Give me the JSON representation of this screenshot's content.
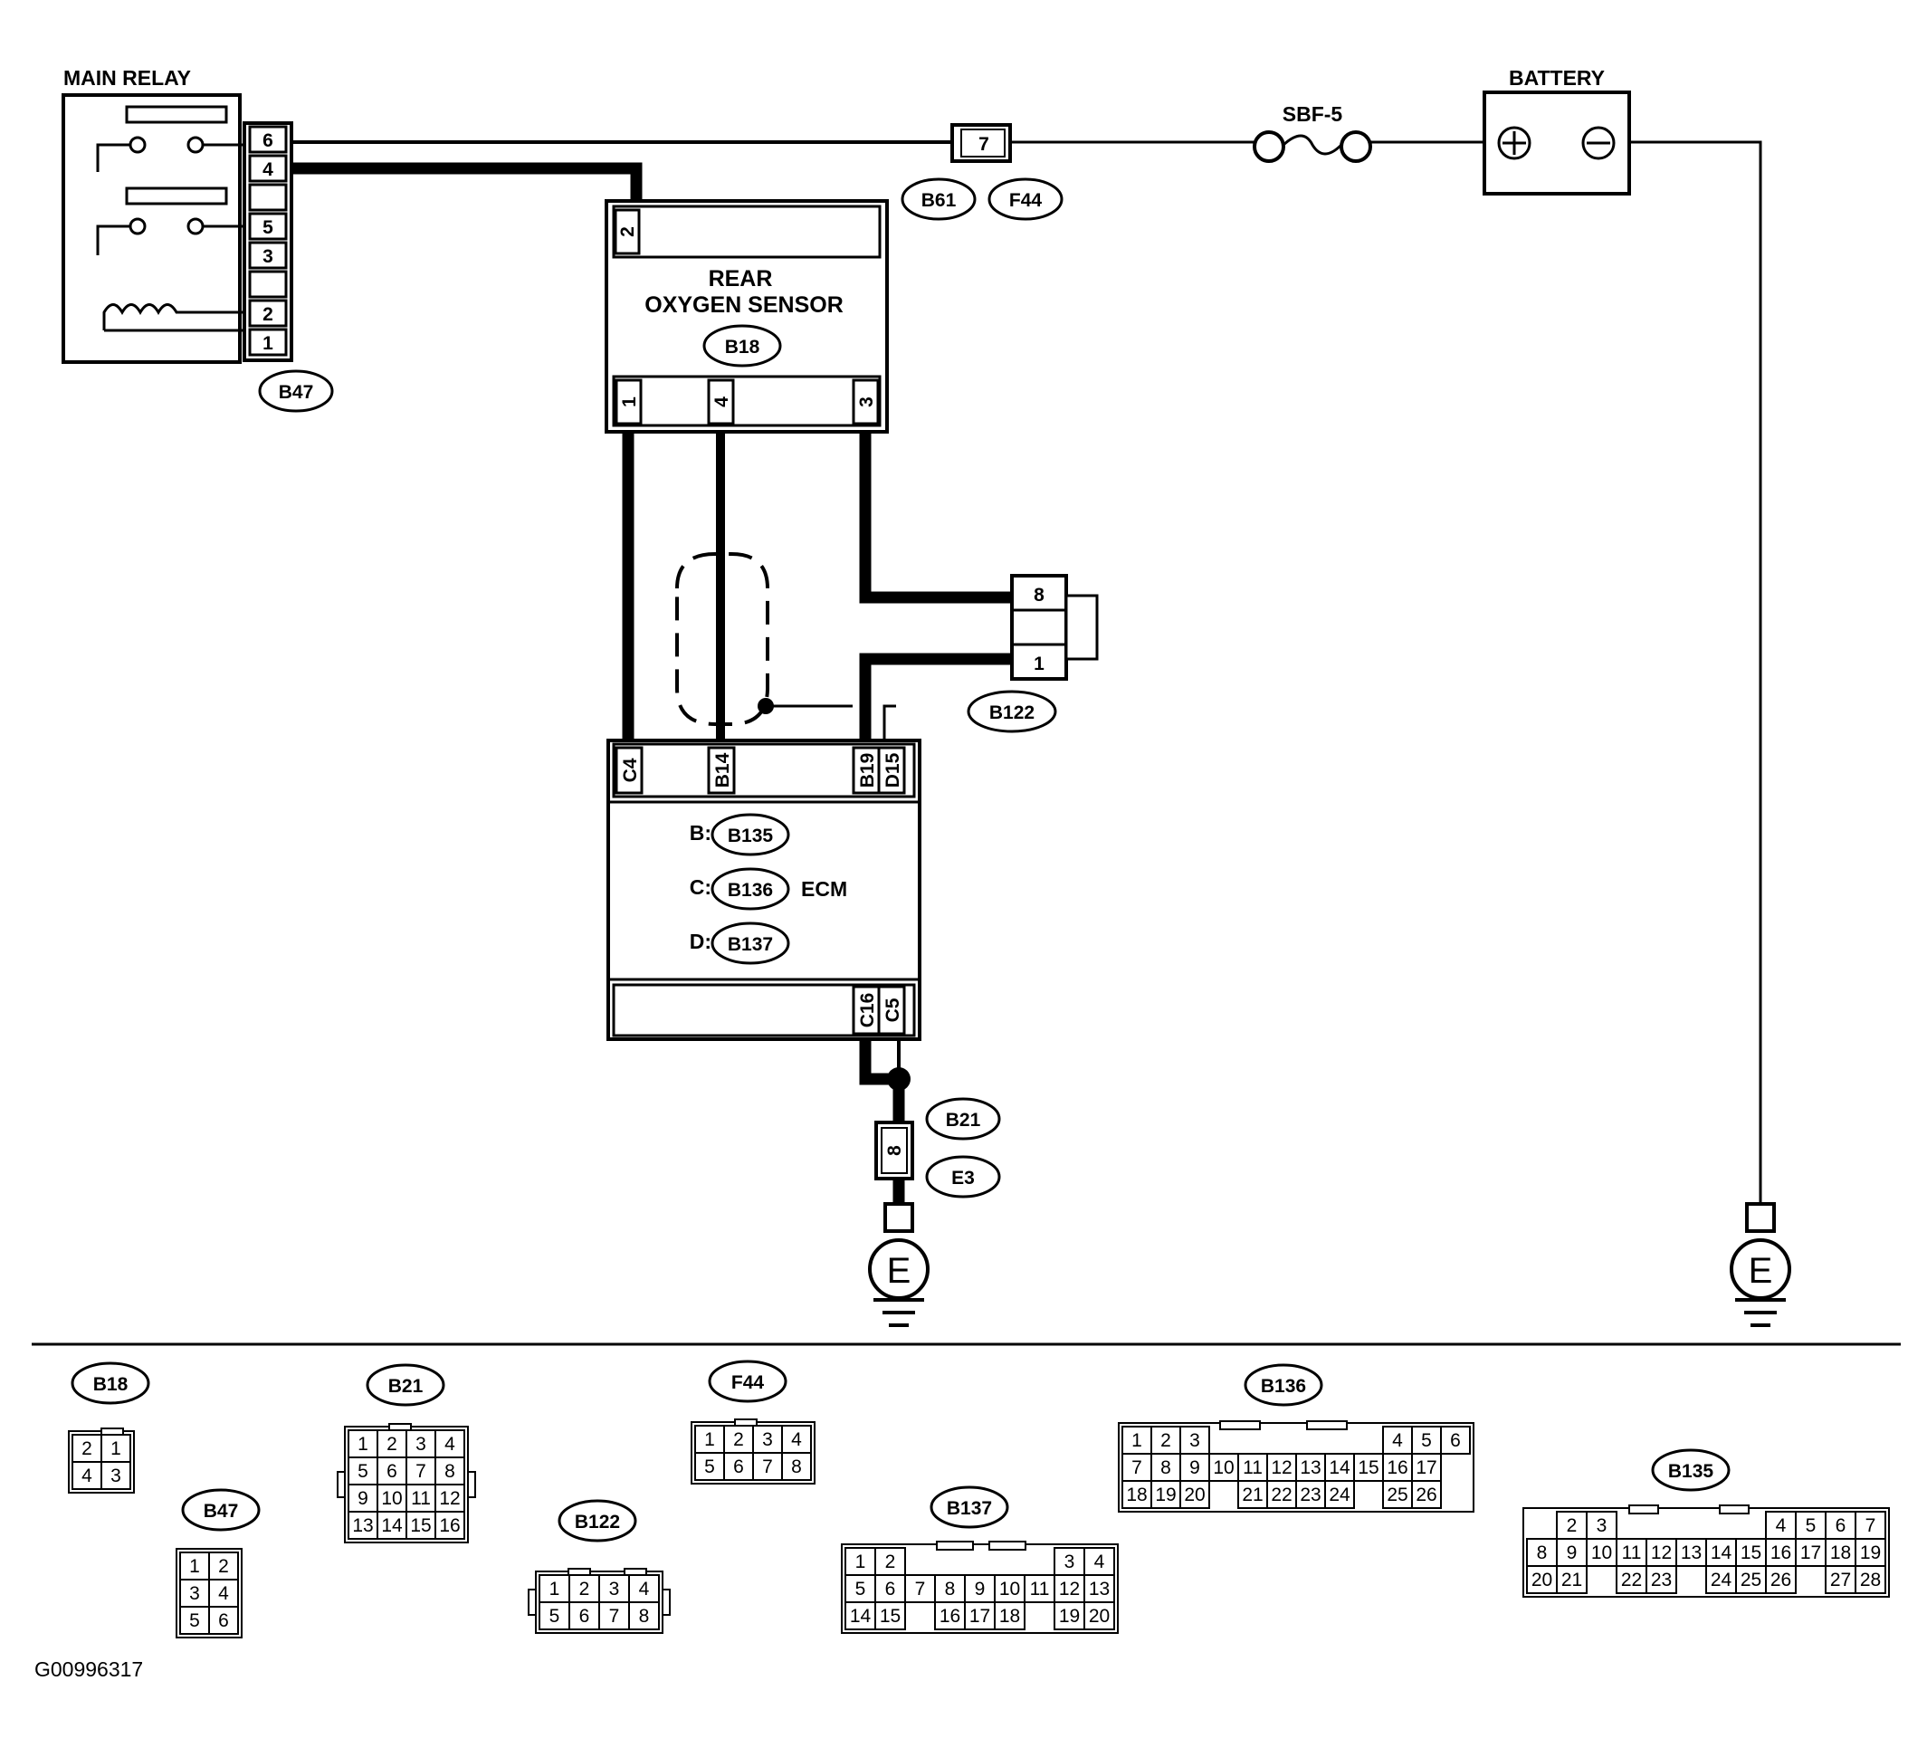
{
  "labels": {
    "main_relay": "MAIN RELAY",
    "battery": "BATTERY",
    "fuse": "SBF-5",
    "rear_o2_line1": "REAR",
    "rear_o2_line2": "OXYGEN SENSOR",
    "ecm": "ECM",
    "figure_id": "G00996317",
    "ground_symbol": "E",
    "ecm_b_prefix": "B:",
    "ecm_c_prefix": "C:",
    "ecm_d_prefix": "D:"
  },
  "connector_tags": {
    "b47": "B47",
    "b18": "B18",
    "b61": "B61",
    "f44": "F44",
    "b122": "B122",
    "b135": "B135",
    "b136": "B136",
    "b137": "B137",
    "b21": "B21",
    "e3": "E3"
  },
  "relay_pins": [
    "6",
    "4",
    "",
    "5",
    "3",
    "",
    "2",
    "1"
  ],
  "sensor_top_pin": "2",
  "sensor_bottom_pins": [
    "1",
    "4",
    "3"
  ],
  "fuse_connector_pin": "7",
  "b122_pins": [
    "8",
    "",
    "1"
  ],
  "ecm_top_pins": [
    "C4",
    "B14",
    "B19",
    "D15"
  ],
  "ecm_bottom_pins": [
    "C16",
    "C5"
  ],
  "ground_connector_pin": "8",
  "legend": {
    "b18": {
      "name": "B18",
      "rows": [
        [
          "2",
          "1"
        ],
        [
          "4",
          "3"
        ]
      ]
    },
    "b47": {
      "name": "B47",
      "rows": [
        [
          "1",
          "2"
        ],
        [
          "3",
          "4"
        ],
        [
          "5",
          "6"
        ]
      ]
    },
    "b21": {
      "name": "B21",
      "rows": [
        [
          "1",
          "2",
          "3",
          "4"
        ],
        [
          "5",
          "6",
          "7",
          "8"
        ],
        [
          "9",
          "10",
          "11",
          "12"
        ],
        [
          "13",
          "14",
          "15",
          "16"
        ]
      ]
    },
    "b122": {
      "name": "B122",
      "rows": [
        [
          "1",
          "2",
          "3",
          "4"
        ],
        [
          "5",
          "6",
          "7",
          "8"
        ]
      ]
    },
    "f44": {
      "name": "F44",
      "rows": [
        [
          "1",
          "2",
          "3",
          "4"
        ],
        [
          "5",
          "6",
          "7",
          "8"
        ]
      ]
    },
    "b137": {
      "name": "B137",
      "rows": [
        [
          "1",
          "2",
          "",
          "",
          "",
          "",
          "",
          "3",
          "4"
        ],
        [
          "5",
          "6",
          "7",
          "8",
          "9",
          "10",
          "11",
          "12",
          "13"
        ],
        [
          "14",
          "15",
          "",
          "16",
          "17",
          "18",
          "",
          "19",
          "20"
        ]
      ]
    },
    "b136": {
      "name": "B136",
      "rows": [
        [
          "1",
          "2",
          "3",
          "",
          "",
          "",
          "",
          "",
          "",
          "4",
          "5",
          "6"
        ],
        [
          "7",
          "8",
          "9",
          "10",
          "11",
          "12",
          "13",
          "14",
          "15",
          "16",
          "17"
        ],
        [
          "18",
          "19",
          "20",
          "",
          "21",
          "22",
          "23",
          "24",
          "",
          "25",
          "26"
        ]
      ]
    },
    "b135": {
      "name": "B135",
      "rows": [
        [
          "",
          "2",
          "3",
          "",
          "",
          "",
          "",
          "",
          "4",
          "5",
          "6",
          "7"
        ],
        [
          "8",
          "9",
          "10",
          "11",
          "12",
          "13",
          "14",
          "15",
          "16",
          "17",
          "18",
          "19"
        ],
        [
          "20",
          "21",
          "",
          "22",
          "23",
          "",
          "24",
          "25",
          "26",
          "",
          "27",
          "28"
        ]
      ]
    }
  }
}
